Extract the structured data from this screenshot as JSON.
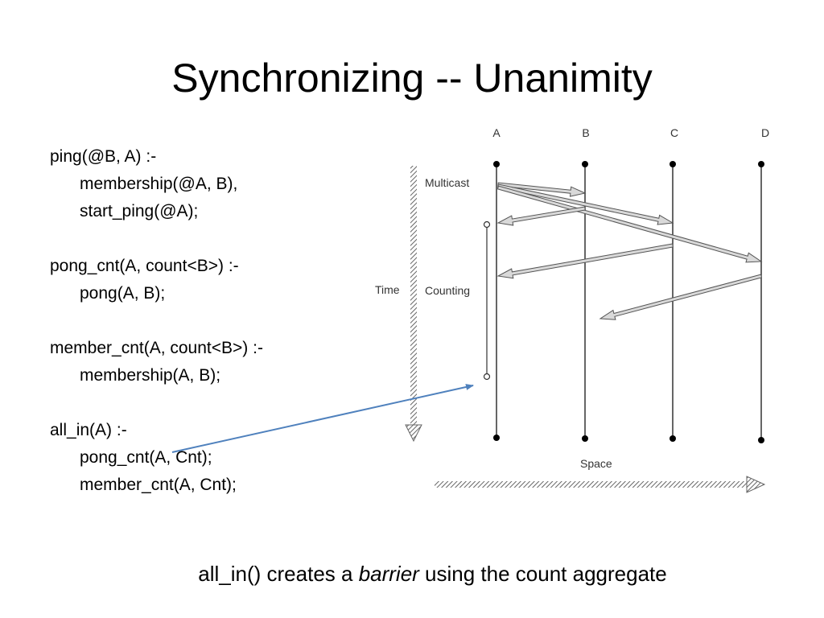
{
  "title": "Synchronizing -- Unanimity",
  "code_lines": [
    {
      "text": "ping(@B, A) :-",
      "indent": false
    },
    {
      "text": "membership(@A, B),",
      "indent": true
    },
    {
      "text": "start_ping(@A);",
      "indent": true
    },
    {
      "text": "",
      "indent": false
    },
    {
      "text": "pong_cnt(A, count<B>) :-",
      "indent": false
    },
    {
      "text": "pong(A, B);",
      "indent": true
    },
    {
      "text": "",
      "indent": false
    },
    {
      "text": "member_cnt(A, count<B>) :-",
      "indent": false
    },
    {
      "text": "membership(A, B);",
      "indent": true
    },
    {
      "text": "",
      "indent": false
    },
    {
      "text": "all_in(A) :-",
      "indent": false
    },
    {
      "text": "pong_cnt(A, Cnt);",
      "indent": true
    },
    {
      "text": "member_cnt(A, Cnt);",
      "indent": true
    }
  ],
  "diagram": {
    "nodes": [
      "A",
      "B",
      "C",
      "D"
    ],
    "multicast_label": "Multicast",
    "counting_label": "Counting",
    "time_label": "Time",
    "space_label": "Space"
  },
  "caption": {
    "before": "all_in() creates a ",
    "emphasis": "barrier",
    "after": " using the count aggregate"
  },
  "colors": {
    "pointer_arrow": "#4f81bd",
    "diagram_stroke": "#555555",
    "arrow_fill": "#d9d9d9"
  }
}
